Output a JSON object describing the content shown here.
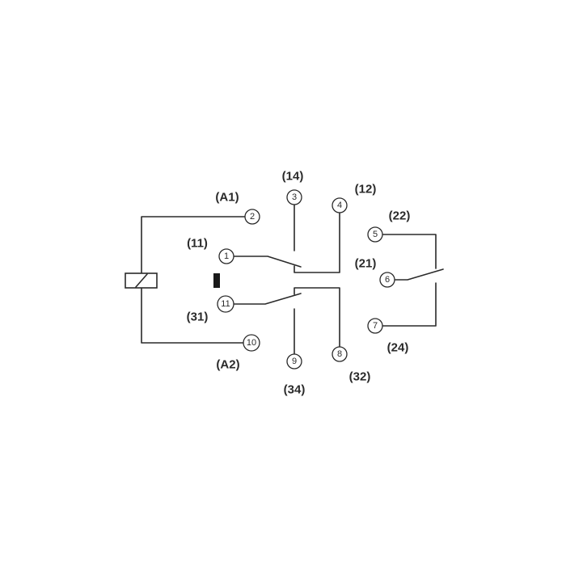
{
  "pins": {
    "p1": "1",
    "p2": "2",
    "p3": "3",
    "p4": "4",
    "p5": "5",
    "p6": "6",
    "p7": "7",
    "p8": "8",
    "p9": "9",
    "p10": "10",
    "p11": "11"
  },
  "labels": {
    "a1": "(A1)",
    "a2": "(A2)",
    "t11": "(11)",
    "t31": "(31)",
    "t14": "(14)",
    "t12": "(12)",
    "t34": "(34)",
    "t32": "(32)",
    "t22": "(22)",
    "t21": "(21)",
    "t24": "(24)"
  },
  "colors": {
    "line": "#2a2a2a",
    "background": "#ffffff"
  }
}
